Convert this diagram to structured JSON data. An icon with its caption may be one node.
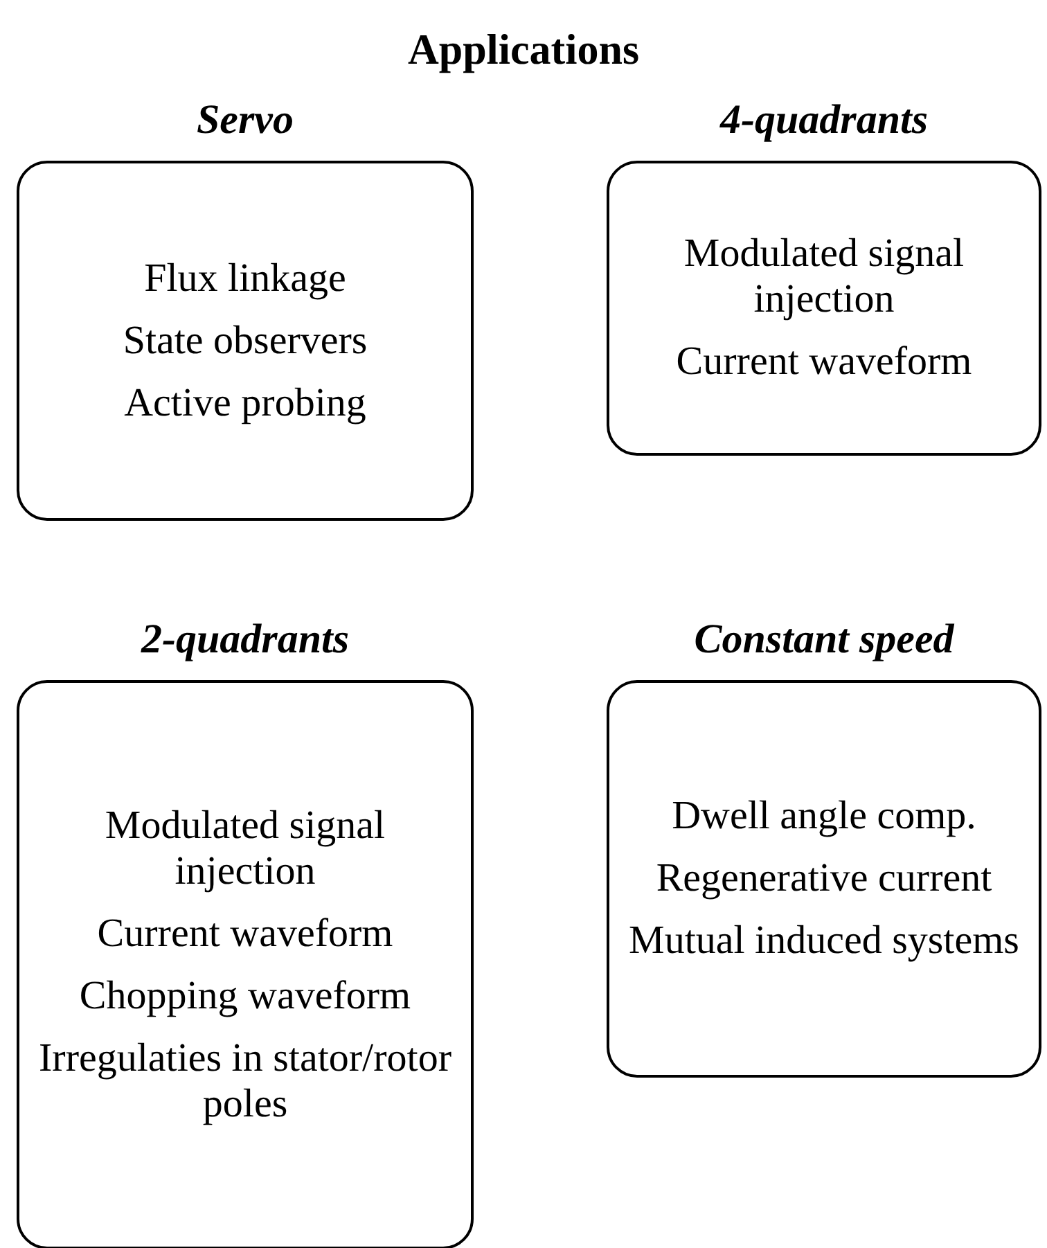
{
  "diagram": {
    "title": "Applications",
    "nodes": [
      {
        "text": [
          "Servo",
          "Flux linkage",
          "State observers",
          "Active probing"
        ]
      },
      {
        "text": [
          "4-quadrants",
          "Modulated signal injection",
          "Current waveform"
        ]
      },
      {
        "text": [
          "2-quadrants",
          "Modulated signal injection",
          "Current waveform",
          "Chopping waveform",
          "Irregulaties in stator/rotor poles"
        ]
      },
      {
        "text": [
          "Constant speed",
          "Dwell angle comp.",
          "Regenerative current",
          "Mutual induced systems"
        ]
      }
    ]
  }
}
